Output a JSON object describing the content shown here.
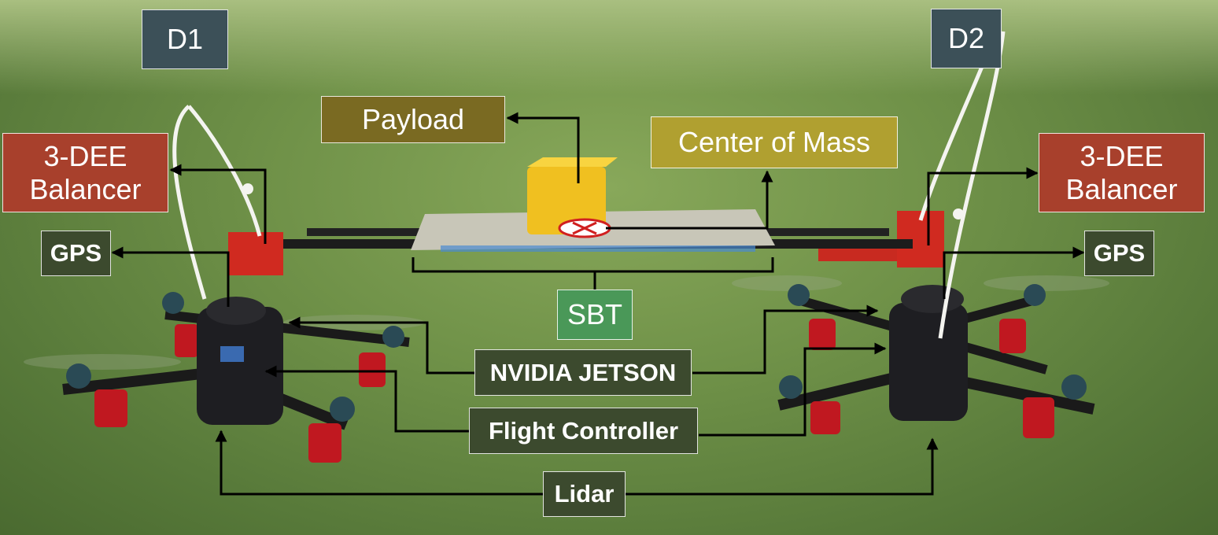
{
  "labels": {
    "d1": "D1",
    "d2": "D2",
    "payload": "Payload",
    "center_of_mass": "Center of Mass",
    "balancer_left_line1": "3-DEE",
    "balancer_left_line2": "Balancer",
    "balancer_right_line1": "3-DEE",
    "balancer_right_line2": "Balancer",
    "gps_left": "GPS",
    "gps_right": "GPS",
    "sbt": "SBT",
    "nvidia_jetson": "NVIDIA JETSON",
    "flight_controller": "Flight Controller",
    "lidar": "Lidar"
  },
  "colors": {
    "label_dark": "#3c4a2e",
    "label_slate": "#3c5058",
    "label_red": "#a8402c",
    "label_olive": "#7a6a22",
    "label_gold": "#b0a030",
    "label_green": "#4a9858",
    "arrow": "#000000",
    "grass": "#6f9148"
  }
}
